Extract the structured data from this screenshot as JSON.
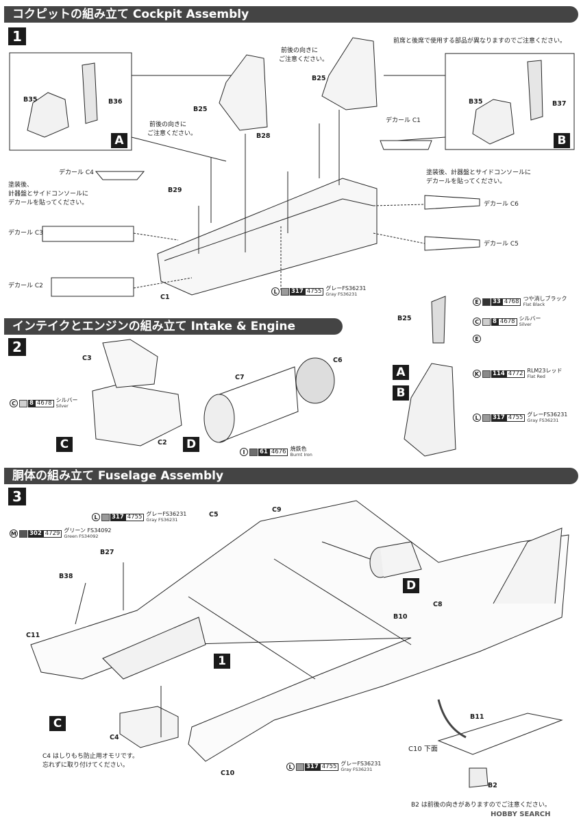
{
  "sections": {
    "cockpit": {
      "title": "コクピットの組み立て Cockpit Assembly",
      "step": "1"
    },
    "intake": {
      "title": "インテイクとエンジンの組み立て Intake & Engine Assembly",
      "step": "2"
    },
    "fuselage": {
      "title": "胴体の組み立て Fuselage Assembly",
      "step": "3"
    }
  },
  "notes": {
    "front_rear_diff": "前席と後席で使用する部品が異なりますのでご注意ください。",
    "orientation_1": "前後の向きに",
    "orientation_2": "ご注意ください。",
    "orientation_b_1": "前後の向きに",
    "orientation_b_2": "ご注意ください。",
    "decal_left_1": "塗装後、",
    "decal_left_2": "計器盤とサイドコンソールに",
    "decal_left_3": "デカールを貼ってください。",
    "decal_right_1": "塗装後、計器盤とサイドコンソールに",
    "decal_right_2": "デカールを貼ってください。",
    "weight_1": "C4 はしりもち防止用オモリです。",
    "weight_2": "忘れずに取り付けてください。",
    "b2_note": "B2 は前後の向きがありますのでご注意ください。",
    "c10_bottom": "C10 下面"
  },
  "parts": {
    "b35": "B35",
    "b36": "B36",
    "b37": "B37",
    "b25": "B25",
    "b28": "B28",
    "b29": "B29",
    "c1": "C1",
    "c2": "C2",
    "c3": "C3",
    "c4": "C4",
    "c5": "C5",
    "c6": "C6",
    "c7": "C7",
    "c8": "C8",
    "c9": "C9",
    "c10": "C10",
    "c11": "C11",
    "b10": "B10",
    "b11": "B11",
    "b2": "B2",
    "b27": "B27",
    "b38": "B38",
    "b35b": "B35",
    "b25b": "B25"
  },
  "decals": {
    "c1": "デカール C1",
    "c3": "デカール C3",
    "c2": "デカール C2",
    "c4": "デカール C4",
    "c5": "デカール C5",
    "c6": "デカール C6"
  },
  "subassemblies": {
    "a": "A",
    "b": "B",
    "c": "C",
    "d": "D",
    "one": "1"
  },
  "paints": [
    {
      "letter": "L",
      "n1": "317",
      "n2": "4755",
      "jp": "グレーFS36231",
      "en": "Gray FS36231",
      "color": "#9a9a9a"
    },
    {
      "letter": "E",
      "n1": "33",
      "n2": "4768",
      "jp": "つや消しブラック",
      "en": "Flat Black",
      "color": "#333333"
    },
    {
      "letter": "C",
      "n1": "8",
      "n2": "4678",
      "jp": "シルバー",
      "en": "Silver",
      "color": "#cfcfcf"
    },
    {
      "letter": "E",
      "n1": "",
      "n2": "",
      "jp": "",
      "en": "",
      "color": ""
    },
    {
      "letter": "K",
      "n1": "114",
      "n2": "4772",
      "jp": "RLM23レッド",
      "en": "Flat Red",
      "color": "#8a8a8a"
    },
    {
      "letter": "L",
      "n1": "317",
      "n2": "4755",
      "jp": "グレーFS36231",
      "en": "Gray FS36231",
      "color": "#9a9a9a"
    },
    {
      "letter": "C",
      "n1": "8",
      "n2": "4678",
      "jp": "シルバー",
      "en": "Silver",
      "color": "#cfcfcf"
    },
    {
      "letter": "I",
      "n1": "61",
      "n2": "4676",
      "jp": "焼鉄色",
      "en": "Burnt Iron",
      "color": "#6e6e6e"
    },
    {
      "letter": "L",
      "n1": "317",
      "n2": "4755",
      "jp": "グレーFS36231",
      "en": "Gray FS36231",
      "color": "#9a9a9a"
    },
    {
      "letter": "M",
      "n1": "302",
      "n2": "4729",
      "jp": "グリーン FS34092",
      "en": "Green FS34092",
      "color": "#555555"
    },
    {
      "letter": "L",
      "n1": "317",
      "n2": "4755",
      "jp": "グレーFS36231",
      "en": "Gray FS36231",
      "color": "#9a9a9a"
    }
  ],
  "watermark": "HOBBY SEARCH"
}
